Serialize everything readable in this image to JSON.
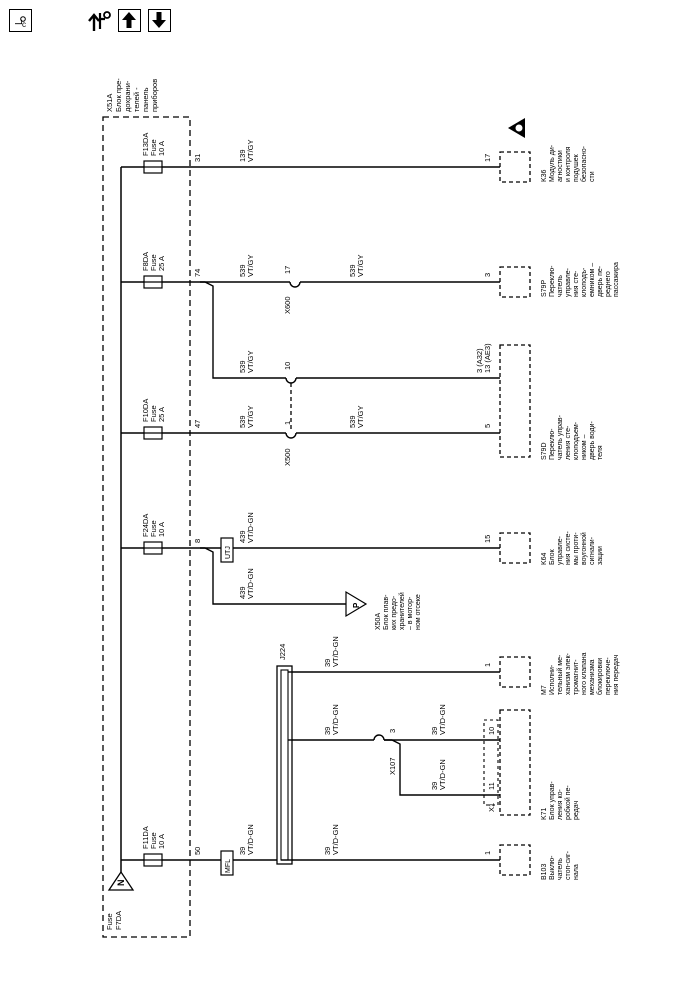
{
  "toolbar": {
    "legend_icon": "legend-icon",
    "info_icon": "info-wrench-icon",
    "up_icon": "arrow-up-icon",
    "down_icon": "arrow-down-icon"
  },
  "fuse_block": {
    "title_lines": [
      "X51A",
      "Блок пре-",
      "дохрани-",
      "телей -",
      "панель",
      "приборов"
    ]
  },
  "source_label": [
    "Fuse",
    "F7DA"
  ],
  "fuses": [
    {
      "name": "F13DA",
      "type": "Fuse",
      "rating": "10 A",
      "pin": "31"
    },
    {
      "name": "F8DA",
      "type": "Fuse",
      "rating": "25 A",
      "pin": "74"
    },
    {
      "name": "F10DA",
      "type": "Fuse",
      "rating": "25 A",
      "pin": "47"
    },
    {
      "name": "F24DA",
      "type": "Fuse",
      "rating": "10 A",
      "pin": "8"
    },
    {
      "name": "F11DA",
      "type": "Fuse",
      "rating": "10 A",
      "pin": "50"
    }
  ],
  "wires": [
    {
      "circuit": "139",
      "color": "VT/GY"
    },
    {
      "circuit": "539",
      "color": "VT/GY"
    },
    {
      "circuit": "539",
      "color": "VT/GY"
    },
    {
      "circuit": "539",
      "color": "VT/GY"
    },
    {
      "circuit": "539",
      "color": "VT/GY"
    },
    {
      "circuit": "539",
      "color": "VT/GY"
    },
    {
      "circuit": "439",
      "color": "VT/D-GN"
    },
    {
      "circuit": "439",
      "color": "VT/D-GN"
    },
    {
      "circuit": "39",
      "color": "VT/D-GN"
    },
    {
      "circuit": "39",
      "color": "VT/D-GN"
    },
    {
      "circuit": "39",
      "color": "VT/D-GN"
    },
    {
      "circuit": "39",
      "color": "VT/D-GN"
    },
    {
      "circuit": "39",
      "color": "VT/D-GN"
    },
    {
      "circuit": "39",
      "color": "VT/D-GN"
    }
  ],
  "connectors": [
    {
      "name": "X600",
      "pin": "17"
    },
    {
      "name": "X500",
      "pin": "1"
    },
    {
      "pin": "10"
    },
    {
      "name": "X107",
      "pin": "3"
    }
  ],
  "inline_labels": {
    "utj": "UTJ",
    "mfl": "MFL",
    "splice": "J224",
    "pfeed": "P"
  },
  "x50a": {
    "lines": [
      "X50A",
      "Блок плав-",
      "ких предо-",
      "хранителей",
      "– в мотор-",
      "ном отсеке"
    ]
  },
  "components": [
    {
      "pin": "17",
      "lines": [
        "K36",
        "Модуль ди-",
        "агностики",
        "и контроля",
        "подушек",
        "безопасно-",
        "сти"
      ]
    },
    {
      "pin": "3",
      "lines": [
        "S79P",
        "Переклю-",
        "чатель",
        "управле-",
        "ния сте-",
        "клоподъ-",
        "емником –",
        "дверь пе-",
        "реднего",
        "пассажира"
      ]
    },
    {
      "pins": [
        "3 (A32)",
        "13 (AE3)"
      ]
    },
    {
      "pin": "5",
      "lines": [
        "S79D",
        "Переклю-",
        "чатель управ-",
        "ления сте-",
        "клоподъем-",
        "ником –",
        "дверь води-",
        "теля"
      ]
    },
    {
      "pin": "15",
      "lines": [
        "K64",
        "Блок",
        "управле-",
        "ния систе-",
        "мы проти-",
        "воугонной",
        "сигнали-",
        "зации"
      ]
    },
    {
      "pin": "1",
      "lines": [
        "M7",
        "Исполни-",
        "тельный ме-",
        "ханизм элек-",
        "тромагнит-",
        "ного клапана",
        "механизма",
        "блокировки",
        "переключе-",
        "ния передач"
      ]
    },
    {
      "pins": [
        "10",
        "11"
      ],
      "conn": "X1",
      "lines": [
        "K71",
        "Блок управ-",
        "ления ко-",
        "робкой пе-",
        "редач"
      ]
    },
    {
      "pin": "1",
      "lines": [
        "B103",
        "Выклю-",
        "чатель",
        "стоп-сиг-",
        "нала"
      ]
    }
  ]
}
